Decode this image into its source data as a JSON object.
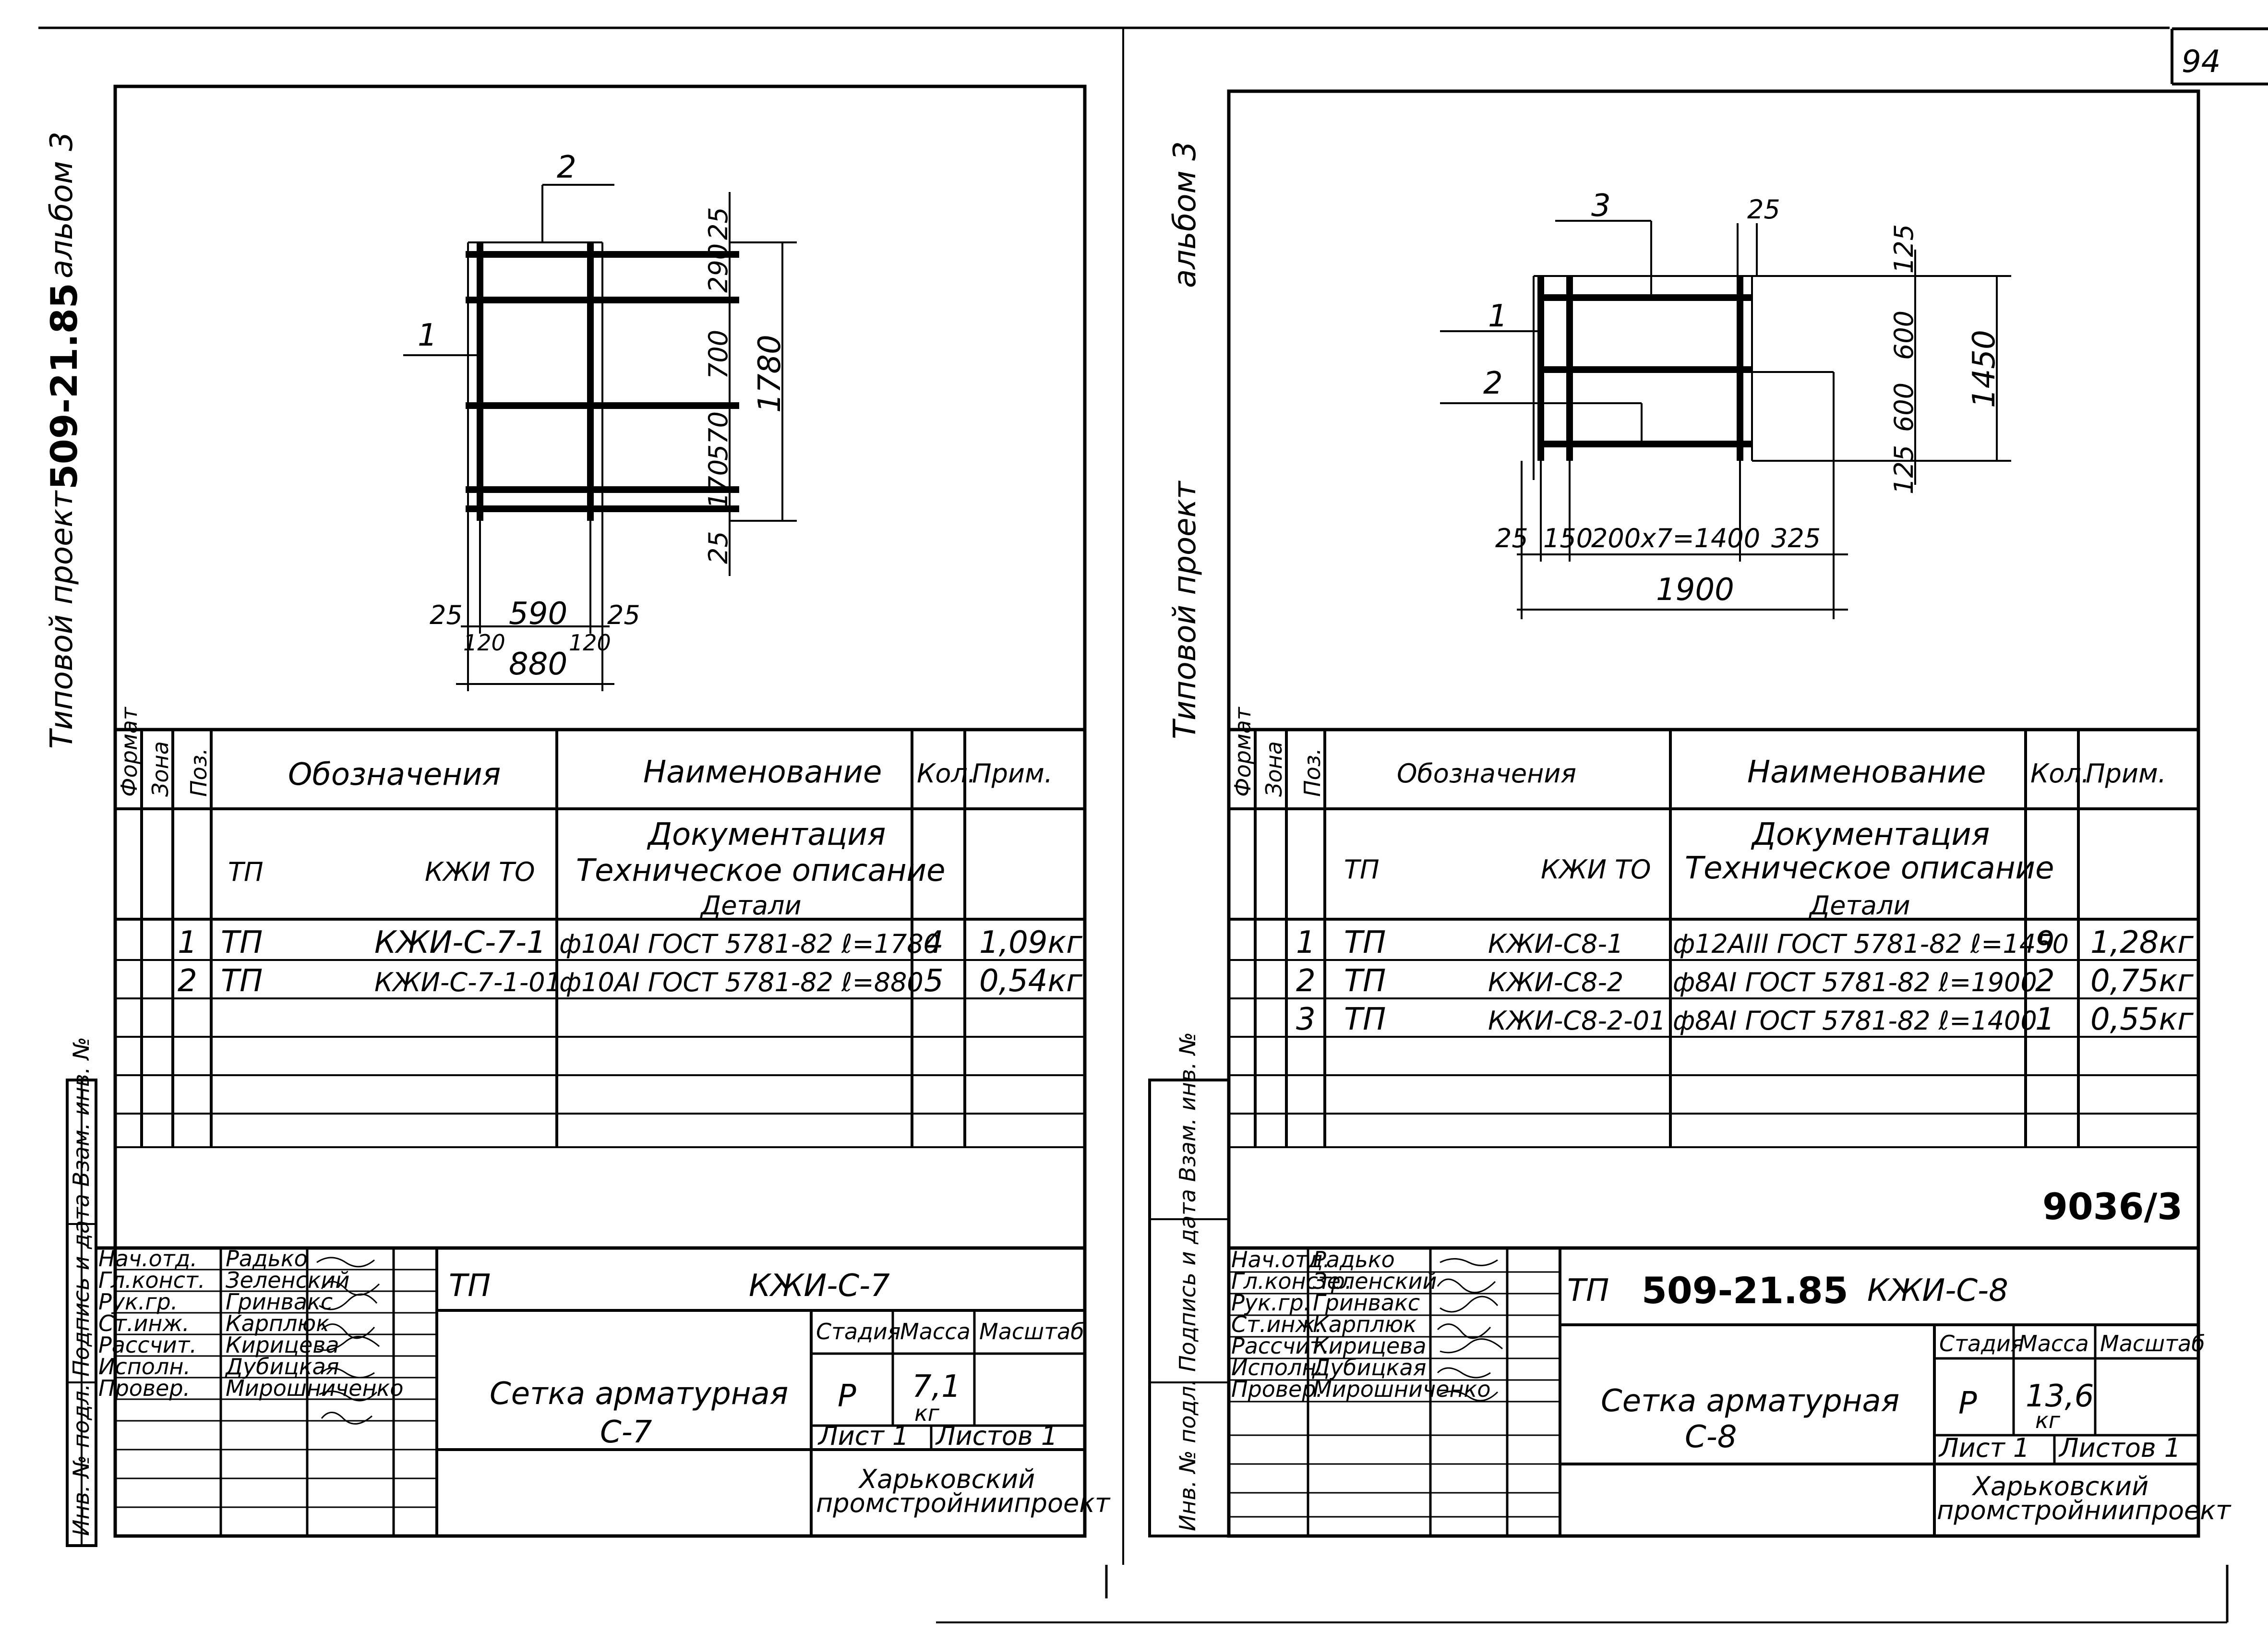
{
  "page_number": "94",
  "left_sheet": {
    "side_project": "Типовой проект",
    "side_code": "509-21.85",
    "side_album": "альбом 3",
    "drawing": {
      "positions": [
        "1",
        "2"
      ],
      "vertical_dims": [
        "25",
        "290",
        "700",
        "570",
        "170",
        "25"
      ],
      "vertical_total": "1780",
      "horizontal_dims": [
        "25",
        "590",
        "25"
      ],
      "horizontal_sub": [
        "120",
        "120"
      ],
      "horizontal_total": "880"
    },
    "spec_header": {
      "format": "Формат",
      "zone": "Зона",
      "pos": "Поз.",
      "designation": "Обозначения",
      "name": "Наименование",
      "qty": "Кол.",
      "note": "Прим."
    },
    "doc_row": {
      "tp": "ТП",
      "code": "КЖИ ТО",
      "name1": "Документация",
      "name2": "Техническое описание",
      "name3": "Детали"
    },
    "rows": [
      {
        "pos": "1",
        "tp": "ТП",
        "code": "КЖИ-С-7-1",
        "name": "ф10АI ГОСТ 5781-82 ℓ=1780",
        "qty": "4",
        "note": "1,09кг"
      },
      {
        "pos": "2",
        "tp": "ТП",
        "code": "КЖИ-С-7-1-01",
        "name": "ф10АI ГОСТ 5781-82 ℓ=880",
        "qty": "5",
        "note": "0,54кг"
      }
    ],
    "stamp_side": "Инв. № подл. Подпись и дата Взам. инв. №",
    "signatures": [
      {
        "role": "Нач.отд.",
        "name": "Радько"
      },
      {
        "role": "Гл.конст.",
        "name": "Зеленский"
      },
      {
        "role": "Рук.гр.",
        "name": "Гринвакс"
      },
      {
        "role": "Ст.инж.",
        "name": "Карплюк"
      },
      {
        "role": "Рассчит.",
        "name": "Кирицева"
      },
      {
        "role": "Исполн.",
        "name": "Дубицкая"
      },
      {
        "role": "Провер.",
        "name": "Мирошниченко"
      }
    ],
    "title_tp": "ТП",
    "title_code": "КЖИ-С-7",
    "title_name": "Сетка арматурная",
    "title_sub": "С-7",
    "stage_label": "Стадия",
    "mass_label": "Масса",
    "scale_label": "Масштаб",
    "stage": "Р",
    "mass": "7,1",
    "mass_unit": "кг",
    "sheet": "Лист 1",
    "sheets": "Листов 1",
    "org1": "Харьковский",
    "org2": "промстройниипроект"
  },
  "right_sheet": {
    "side_project": "Типовой проект",
    "side_album": "альбом 3",
    "drawing": {
      "positions": [
        "3",
        "1",
        "2"
      ],
      "top_dim": "25",
      "vertical_dims": [
        "125",
        "600",
        "600",
        "125"
      ],
      "vertical_total": "1450",
      "horizontal_dims": [
        "25",
        "150",
        "200x7=1400",
        "325"
      ],
      "horizontal_total": "1900"
    },
    "spec_header": {
      "format": "Формат",
      "zone": "Зона",
      "pos": "Поз.",
      "designation": "Обозначения",
      "name": "Наименование",
      "qty": "Кол.",
      "note": "Прим."
    },
    "doc_row": {
      "tp": "ТП",
      "code": "КЖИ ТО",
      "name1": "Документация",
      "name2": "Техническое описание",
      "name3": "Детали"
    },
    "rows": [
      {
        "pos": "1",
        "tp": "ТП",
        "code": "КЖИ-С8-1",
        "name": "ф12АIII ГОСТ 5781-82 ℓ=1450",
        "qty": "9",
        "note": "1,28кг"
      },
      {
        "pos": "2",
        "tp": "ТП",
        "code": "КЖИ-С8-2",
        "name": "ф8АI ГОСТ 5781-82 ℓ=1900",
        "qty": "2",
        "note": "0,75кг"
      },
      {
        "pos": "3",
        "tp": "ТП",
        "code": "КЖИ-С8-2-01",
        "name": "ф8АI ГОСТ 5781-82 ℓ=1400",
        "qty": "1",
        "note": "0,55кг"
      }
    ],
    "stamp_code": "9036/3",
    "stamp_side": "Инв. № подл. Подпись и дата Взам. инв. №",
    "signatures": [
      {
        "role": "Нач.отд.",
        "name": "Радько"
      },
      {
        "role": "Гл.констр.",
        "name": "Зеленский"
      },
      {
        "role": "Рук.гр.",
        "name": "Гринвакс"
      },
      {
        "role": "Ст.инж.",
        "name": "Карплюк"
      },
      {
        "role": "Рассчит.",
        "name": "Кирицева"
      },
      {
        "role": "Исполн.",
        "name": "Дубицкая"
      },
      {
        "role": "Провер.",
        "name": "Мирошниченко"
      }
    ],
    "title_tp": "ТП",
    "title_project": "509-21.85",
    "title_code": "КЖИ-С-8",
    "title_name": "Сетка арматурная",
    "title_sub": "С-8",
    "stage_label": "Стадия",
    "mass_label": "Масса",
    "scale_label": "Масштаб",
    "stage": "Р",
    "mass": "13,6",
    "mass_unit": "кг",
    "sheet": "Лист 1",
    "sheets": "Листов 1",
    "org1": "Харьковский",
    "org2": "промстройниипроект"
  }
}
